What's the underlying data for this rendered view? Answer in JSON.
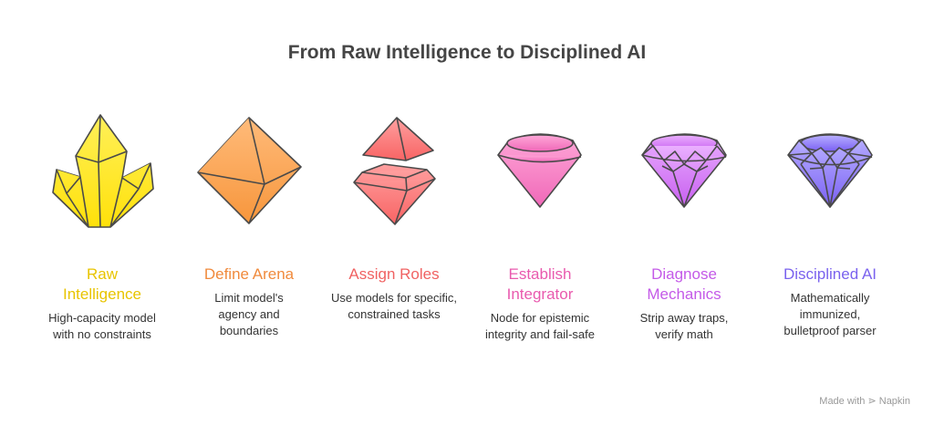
{
  "title": "From Raw Intelligence to Disciplined AI",
  "steps": [
    {
      "title": "Raw Intelligence",
      "desc": "High-capacity model with no constraints",
      "color": "#e8c400",
      "icon": "crystal-cluster-icon"
    },
    {
      "title": "Define Arena",
      "desc": "Limit model's agency and boundaries",
      "color": "#f08a3c",
      "icon": "octahedron-icon"
    },
    {
      "title": "Assign Roles",
      "desc": "Use models for specific, constrained tasks",
      "color": "#f06262",
      "icon": "split-gem-icon"
    },
    {
      "title": "Establish Integrator",
      "desc": "Node for epistemic integrity and fail-safe",
      "color": "#e95aae",
      "icon": "simple-gem-icon"
    },
    {
      "title": "Diagnose Mechanics",
      "desc": "Strip away traps, verify math",
      "color": "#c45ae8",
      "icon": "faceted-gem-icon"
    },
    {
      "title": "Disciplined AI",
      "desc": "Mathematically immunized, bulletproof parser",
      "color": "#7a62ee",
      "icon": "diamond-icon"
    }
  ],
  "footer": "Made with ⋗ Napkin"
}
